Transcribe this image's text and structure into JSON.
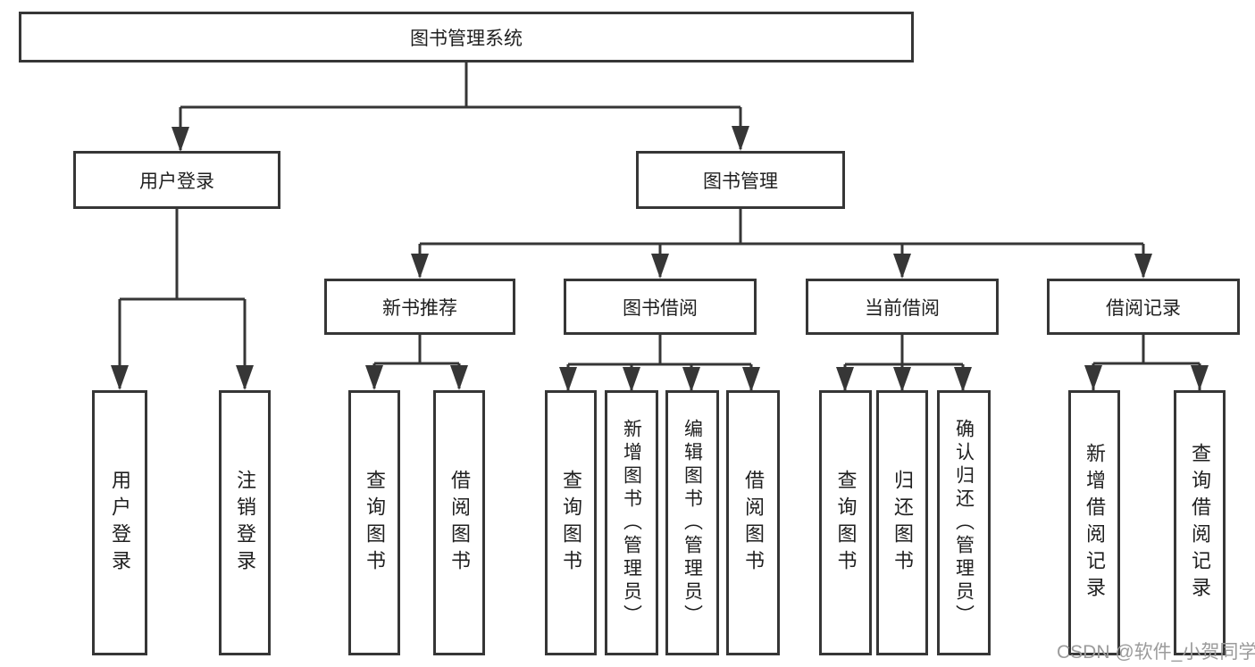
{
  "diagram": {
    "root": "图书管理系统",
    "level2": {
      "user_login": "用户登录",
      "book_mgmt": "图书管理"
    },
    "level3": {
      "new_book_rec": "新书推荐",
      "book_borrow": "图书借阅",
      "current_borrow": "当前借阅",
      "borrow_records": "借阅记录"
    },
    "leaves": {
      "login": "用户登录",
      "logout": "注销登录",
      "rec_query_books": "查询图书",
      "rec_borrow_books": "借阅图书",
      "bb_query_books": "查询图书",
      "bb_add_books": "新增图书（管理员）",
      "bb_edit_books": "编辑图书（管理员）",
      "bb_borrow_books": "借阅图书",
      "cb_query_books": "查询图书",
      "cb_return_books": "归还图书",
      "cb_confirm_return": "确认归还（管理员）",
      "br_add_record": "新增借阅记录",
      "br_query_record": "查询借阅记录"
    }
  },
  "watermark": "CSDN @软件_小贺同学",
  "colors": {
    "line": "#363636",
    "box_border": "#363636",
    "text": "#1f1f1f",
    "watermark": "#9b9b9b",
    "background": "#ffffff"
  }
}
